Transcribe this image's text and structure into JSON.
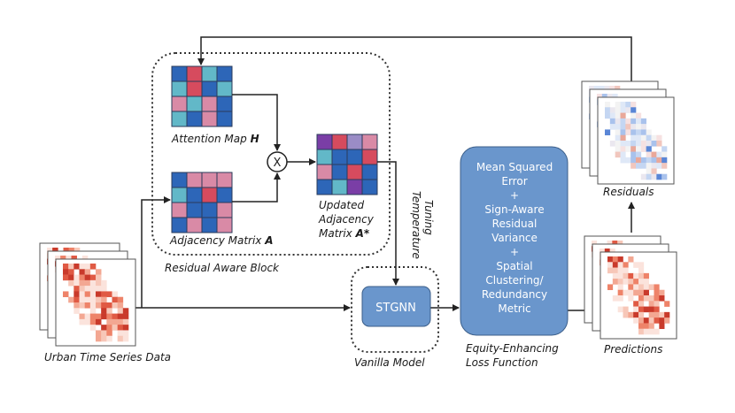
{
  "labels": {
    "attention_map": "Attention Map",
    "attention_var": "H",
    "adjacency_matrix": "Adjacency Matrix",
    "adjacency_var": "A",
    "updated_line1": "Updated",
    "updated_line2": "Adjacency",
    "updated_line3": "Matrix",
    "updated_var": "A*",
    "residual_block": "Residual Aware Block",
    "temperature": "Temperature",
    "tuning": "Tuning",
    "urban_data": "Urban Time Series Data",
    "vanilla_model": "Vanilla Model",
    "stgnn": "STGNN",
    "loss_caption_line1": "Equity-Enhancing",
    "loss_caption_line2": "Loss Function",
    "residuals": "Residuals",
    "predictions": "Predictions",
    "multiply": "X"
  },
  "loss_box": {
    "lines": [
      "Mean Squared",
      "Error",
      "+",
      "Sign-Aware",
      "Residual",
      "Variance",
      "+",
      "Spatial",
      "Clustering/",
      "Redundancy",
      "Metric"
    ]
  },
  "colors": {
    "box_blue": "#6a96cc",
    "arrow": "#222222",
    "red": "#d64b5e",
    "pink": "#d98aa6",
    "blue": "#2d66b8",
    "teal": "#62b8c8",
    "purple": "#7a3ea6",
    "lavender": "#9a8cc6"
  },
  "matrices": {
    "attention": [
      [
        "blue",
        "red",
        "teal",
        "blue"
      ],
      [
        "teal",
        "red",
        "blue",
        "teal"
      ],
      [
        "pink",
        "teal",
        "pink",
        "blue"
      ],
      [
        "teal",
        "blue",
        "pink",
        "blue"
      ]
    ],
    "adjacency": [
      [
        "blue",
        "pink",
        "pink",
        "pink"
      ],
      [
        "teal",
        "blue",
        "red",
        "blue"
      ],
      [
        "pink",
        "blue",
        "blue",
        "pink"
      ],
      [
        "blue",
        "pink",
        "blue",
        "pink"
      ]
    ],
    "updated": [
      [
        "purple",
        "red",
        "lavender",
        "pink"
      ],
      [
        "teal",
        "blue",
        "blue",
        "red"
      ],
      [
        "pink",
        "blue",
        "red",
        "blue"
      ],
      [
        "blue",
        "teal",
        "purple",
        "blue"
      ]
    ]
  }
}
